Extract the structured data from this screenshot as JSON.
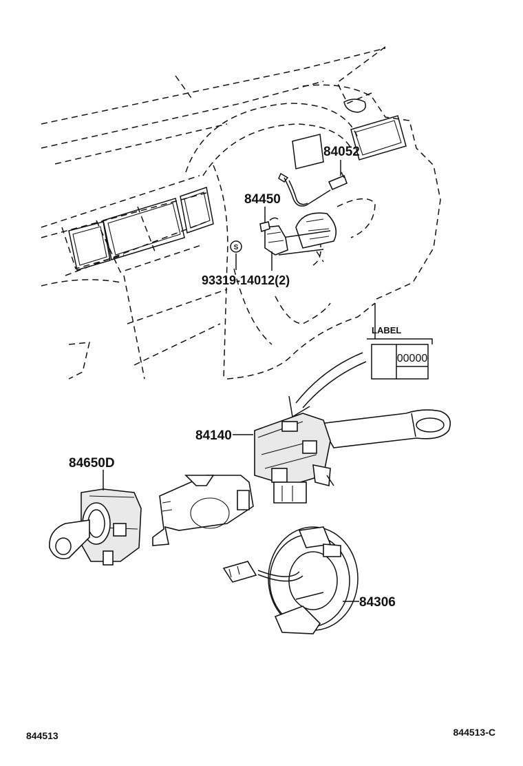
{
  "parts": {
    "p84052": "84052",
    "p84450": "84450",
    "p93319": "93319-14012(2)",
    "p84140": "84140",
    "p84650D": "84650D",
    "p84306": "84306"
  },
  "label_box": {
    "title": "LABEL",
    "code": "00000"
  },
  "footer": {
    "left": "844513",
    "right": "844513-C"
  },
  "screw_symbol": "S"
}
